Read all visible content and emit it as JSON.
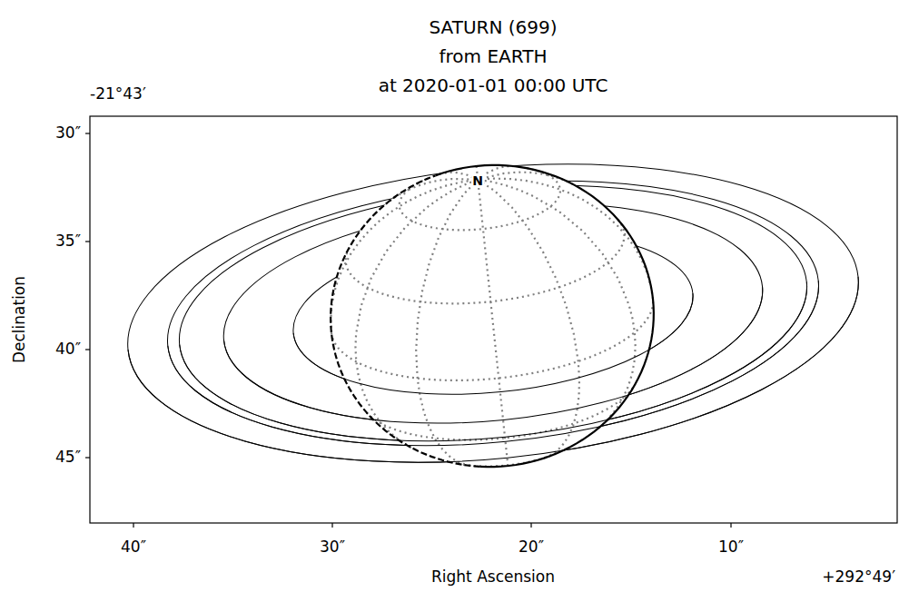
{
  "diagram": {
    "labels": [
      "SATURN (699)",
      "from EARTH",
      "at 2020-01-01 00:00 UTC",
      "-21°43′",
      "30″",
      "35″",
      "40″",
      "45″",
      "Declination",
      "40″",
      "30″",
      "20″",
      "10″",
      "Right Ascension",
      "+292°49′",
      "N"
    ]
  }
}
